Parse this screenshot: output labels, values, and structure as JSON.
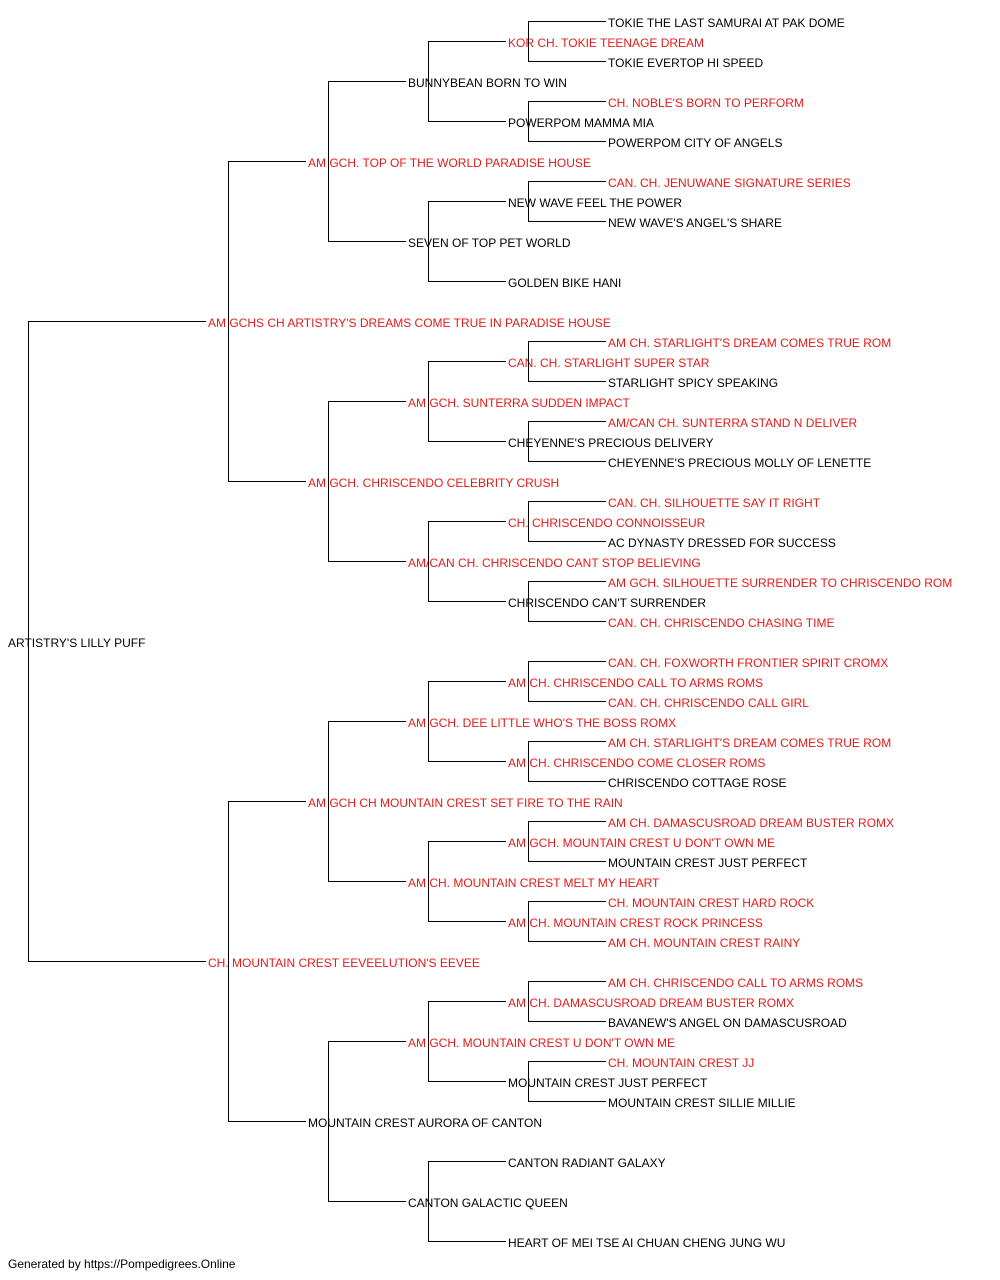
{
  "colors": {
    "titled": "#e41a1a",
    "plain": "#000000",
    "lines": "#000000"
  },
  "pedigree": {
    "name": "ARTISTRY'S LILLY PUFF",
    "titled": false,
    "sire": {
      "name": "AM GCHS CH ARTISTRY'S DREAMS COME TRUE IN PARADISE HOUSE",
      "titled": true,
      "sire": {
        "name": "AM GCH. TOP OF THE WORLD PARADISE HOUSE",
        "titled": true,
        "sire": {
          "name": "BUNNYBEAN BORN TO WIN",
          "titled": false,
          "sire": {
            "name": "KOR CH. TOKIE TEENAGE DREAM",
            "titled": true,
            "sire": {
              "name": "TOKIE THE LAST SAMURAI AT PAK DOME",
              "titled": false
            },
            "dam": {
              "name": "TOKIE EVERTOP HI SPEED",
              "titled": false
            }
          },
          "dam": {
            "name": "POWERPOM MAMMA MIA",
            "titled": false,
            "sire": {
              "name": "CH. NOBLE'S BORN TO PERFORM",
              "titled": true
            },
            "dam": {
              "name": "POWERPOM CITY OF ANGELS",
              "titled": false
            }
          }
        },
        "dam": {
          "name": "SEVEN OF TOP PET WORLD",
          "titled": false,
          "sire": {
            "name": "NEW WAVE FEEL THE POWER",
            "titled": false,
            "sire": {
              "name": "CAN. CH. JENUWANE SIGNATURE SERIES",
              "titled": true
            },
            "dam": {
              "name": "NEW WAVE'S ANGEL'S SHARE",
              "titled": false
            }
          },
          "dam": {
            "name": "GOLDEN BIKE HANI",
            "titled": false
          }
        }
      },
      "dam": {
        "name": "AM GCH. CHRISCENDO CELEBRITY CRUSH",
        "titled": true,
        "sire": {
          "name": "AM GCH. SUNTERRA SUDDEN IMPACT",
          "titled": true,
          "sire": {
            "name": "CAN. CH. STARLIGHT SUPER STAR",
            "titled": true,
            "sire": {
              "name": "AM CH. STARLIGHT'S DREAM COMES TRUE ROM",
              "titled": true
            },
            "dam": {
              "name": "STARLIGHT SPICY SPEAKING",
              "titled": false
            }
          },
          "dam": {
            "name": "CHEYENNE'S PRECIOUS DELIVERY",
            "titled": false,
            "sire": {
              "name": "AM/CAN CH. SUNTERRA STAND N DELIVER",
              "titled": true
            },
            "dam": {
              "name": "CHEYENNE'S PRECIOUS MOLLY OF LENETTE",
              "titled": false
            }
          }
        },
        "dam": {
          "name": "AM/CAN CH. CHRISCENDO CANT STOP BELIEVING",
          "titled": true,
          "sire": {
            "name": "CH. CHRISCENDO CONNOISSEUR",
            "titled": true,
            "sire": {
              "name": "CAN. CH. SILHOUETTE SAY IT RIGHT",
              "titled": true
            },
            "dam": {
              "name": "AC DYNASTY DRESSED FOR SUCCESS",
              "titled": false
            }
          },
          "dam": {
            "name": "CHRISCENDO CAN'T SURRENDER",
            "titled": false,
            "sire": {
              "name": "AM GCH. SILHOUETTE SURRENDER TO CHRISCENDO ROM",
              "titled": true
            },
            "dam": {
              "name": "CAN. CH. CHRISCENDO CHASING TIME",
              "titled": true
            }
          }
        }
      }
    },
    "dam": {
      "name": "CH. MOUNTAIN CREST EEVEELUTION'S EEVEE",
      "titled": true,
      "sire": {
        "name": "AM GCH CH MOUNTAIN CREST SET FIRE TO THE RAIN",
        "titled": true,
        "sire": {
          "name": "AM GCH. DEE LITTLE WHO'S THE BOSS ROMX",
          "titled": true,
          "sire": {
            "name": "AM CH. CHRISCENDO CALL TO ARMS ROMS",
            "titled": true,
            "sire": {
              "name": "CAN. CH. FOXWORTH FRONTIER SPIRIT CROMX",
              "titled": true
            },
            "dam": {
              "name": "CAN. CH. CHRISCENDO CALL GIRL",
              "titled": true
            }
          },
          "dam": {
            "name": "AM CH. CHRISCENDO COME CLOSER ROMS",
            "titled": true,
            "sire": {
              "name": "AM CH. STARLIGHT'S DREAM COMES TRUE ROM",
              "titled": true
            },
            "dam": {
              "name": "CHRISCENDO COTTAGE ROSE",
              "titled": false
            }
          }
        },
        "dam": {
          "name": "AM CH. MOUNTAIN CREST MELT MY HEART",
          "titled": true,
          "sire": {
            "name": "AM GCH. MOUNTAIN CREST U DON'T OWN ME",
            "titled": true,
            "sire": {
              "name": "AM CH. DAMASCUSROAD DREAM BUSTER ROMX",
              "titled": true
            },
            "dam": {
              "name": "MOUNTAIN CREST JUST PERFECT",
              "titled": false
            }
          },
          "dam": {
            "name": "AM CH. MOUNTAIN CREST ROCK PRINCESS",
            "titled": true,
            "sire": {
              "name": "CH. MOUNTAIN CREST HARD ROCK",
              "titled": true
            },
            "dam": {
              "name": "AM CH. MOUNTAIN CREST RAINY",
              "titled": true
            }
          }
        }
      },
      "dam": {
        "name": "MOUNTAIN CREST AURORA OF CANTON",
        "titled": false,
        "sire": {
          "name": "AM GCH. MOUNTAIN CREST U DON'T OWN ME",
          "titled": true,
          "sire": {
            "name": "AM CH. DAMASCUSROAD DREAM BUSTER ROMX",
            "titled": true,
            "sire": {
              "name": "AM CH. CHRISCENDO CALL TO ARMS ROMS",
              "titled": true
            },
            "dam": {
              "name": "BAVANEW'S ANGEL ON DAMASCUSROAD",
              "titled": false
            }
          },
          "dam": {
            "name": "MOUNTAIN CREST JUST PERFECT",
            "titled": false,
            "sire": {
              "name": "CH. MOUNTAIN CREST JJ",
              "titled": true
            },
            "dam": {
              "name": "MOUNTAIN CREST SILLIE MILLIE",
              "titled": false
            }
          }
        },
        "dam": {
          "name": "CANTON GALACTIC QUEEN",
          "titled": false,
          "sire": {
            "name": "CANTON RADIANT GALAXY",
            "titled": false
          },
          "dam": {
            "name": "HEART OF MEI TSE AI CHUAN CHENG JUNG WU",
            "titled": false
          }
        }
      }
    }
  },
  "footer": "Generated by https://Pompedigrees.Online"
}
